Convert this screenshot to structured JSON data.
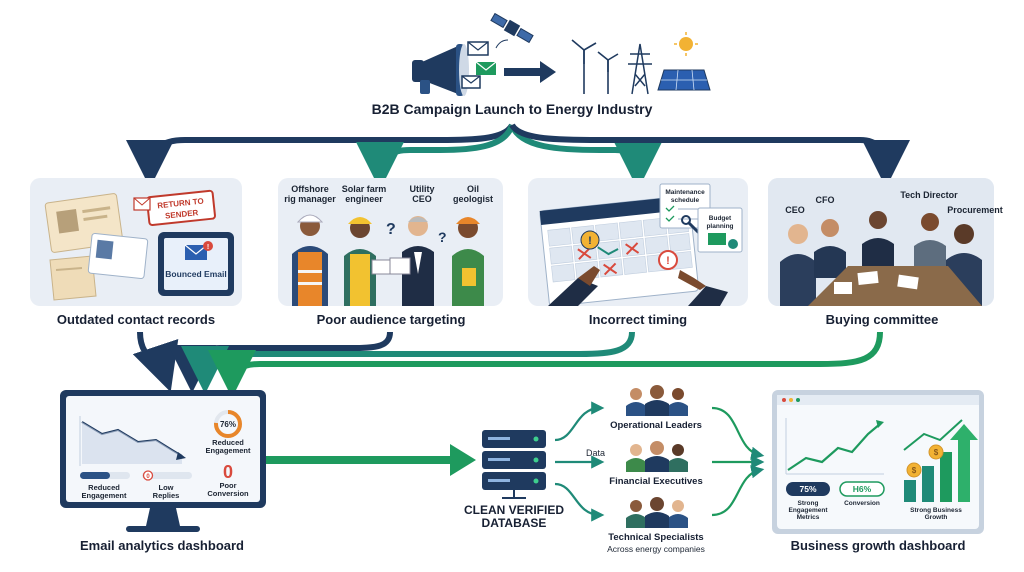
{
  "title": "B2B Campaign Launch to Energy Industry",
  "problems": {
    "outdated": {
      "caption": "Outdated contact records",
      "stamp_line1": "RETURN TO",
      "stamp_line2": "SENDER",
      "tablet_label": "Bounced Email"
    },
    "targeting": {
      "caption": "Poor audience targeting",
      "people": [
        {
          "label_line1": "Offshore",
          "label_line2": "rig manager"
        },
        {
          "label_line1": "Solar farm",
          "label_line2": "engineer"
        },
        {
          "label_line1": "Utility",
          "label_line2": "CEO"
        },
        {
          "label_line1": "Oil",
          "label_line2": "geologist"
        }
      ],
      "question_mark": "?"
    },
    "timing": {
      "caption": "Incorrect timing",
      "note1_line1": "Maintenance",
      "note1_line2": "schedule",
      "note2_line1": "Budget",
      "note2_line2": "planning"
    },
    "committee": {
      "caption": "Buying committee",
      "roles": [
        "CEO",
        "CFO",
        "Tech Director",
        "Procurement"
      ]
    }
  },
  "email_dashboard": {
    "caption": "Email analytics dashboard",
    "ring_value": "76%",
    "ring_label_line1": "Reduced",
    "ring_label_line2": "Engagement",
    "big_number": "0",
    "big_label_line1": "Poor",
    "big_label_line2": "Conversion",
    "bar_label_line1": "Reduced",
    "bar_label_line2": "Engagement",
    "replies_badge": "0",
    "replies_label_line1": "Low",
    "replies_label_line2": "Replies"
  },
  "database": {
    "label_line1": "CLEAN VERIFIED",
    "label_line2": "DATABASE",
    "data_label": "Data"
  },
  "segments": [
    {
      "label": "Operational Leaders"
    },
    {
      "label": "Financial Executives"
    },
    {
      "label": "Technical Specialists",
      "sublabel": "Across energy companies"
    }
  ],
  "growth_dashboard": {
    "caption": "Business growth dashboard",
    "metric1_value": "75%",
    "metric1_label_line1": "Strong",
    "metric1_label_line2": "Engagement",
    "metric1_label_line3": "Metrics",
    "metric2_value": "H6%",
    "metric2_label": "Conversion",
    "metric3_label_line1": "Strong Business",
    "metric3_label_line2": "Growth",
    "coin_symbol": "$"
  },
  "colors": {
    "navy": "#1f3a5f",
    "teal": "#1f8a78",
    "green": "#1e9a5e",
    "red": "#d94a3d",
    "orange": "#e8862a"
  }
}
